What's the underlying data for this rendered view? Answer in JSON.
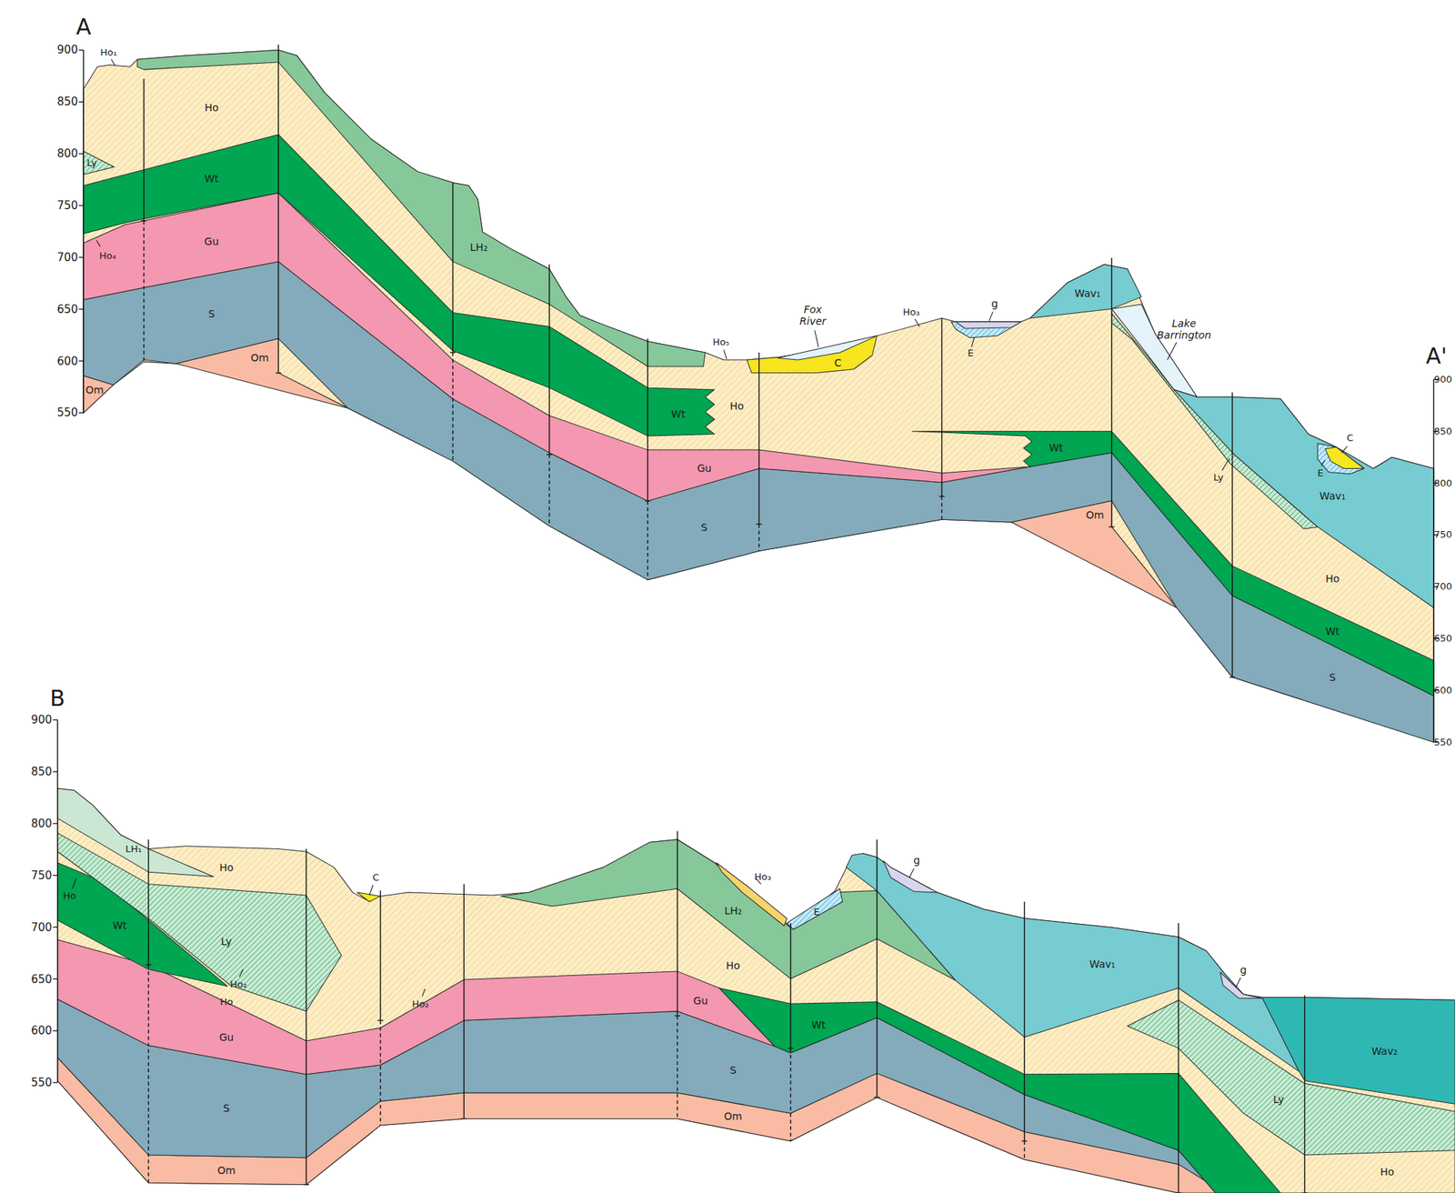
{
  "diagram": {
    "labels": [
      "A",
      "900",
      "850",
      "800",
      "750",
      "700",
      "650",
      "600",
      "550",
      "Ho₁",
      "Ho",
      "Ly",
      "Wt",
      "Gu",
      "Ho₄",
      "S",
      "Om",
      "Om",
      "LH₂",
      "Wt",
      "Ho",
      "Ho₅",
      "Fox River",
      "C",
      "Ho₃",
      "g",
      "E",
      "Gu",
      "S",
      "Wav₁",
      "Lake Barrington",
      "Wt",
      "Om",
      "A'",
      "900",
      "850",
      "800",
      "750",
      "700",
      "650",
      "600",
      "550",
      "C",
      "E",
      "Ly",
      "Wav₁",
      "Ho",
      "Wt",
      "S",
      "B",
      "900",
      "850",
      "800",
      "750",
      "700",
      "650",
      "600",
      "550",
      "LH₁",
      "Ho",
      "Ho",
      "Wt",
      "Ly",
      "Ho₂",
      "Ho",
      "Gu",
      "S",
      "Om",
      "C",
      "Ho₂",
      "Ho₃",
      "LH₂",
      "E",
      "Ho",
      "Gu",
      "Wt",
      "S",
      "Om",
      "g",
      "Wav₁",
      "g",
      "Wav₂",
      "Ly",
      "Ho"
    ]
  }
}
